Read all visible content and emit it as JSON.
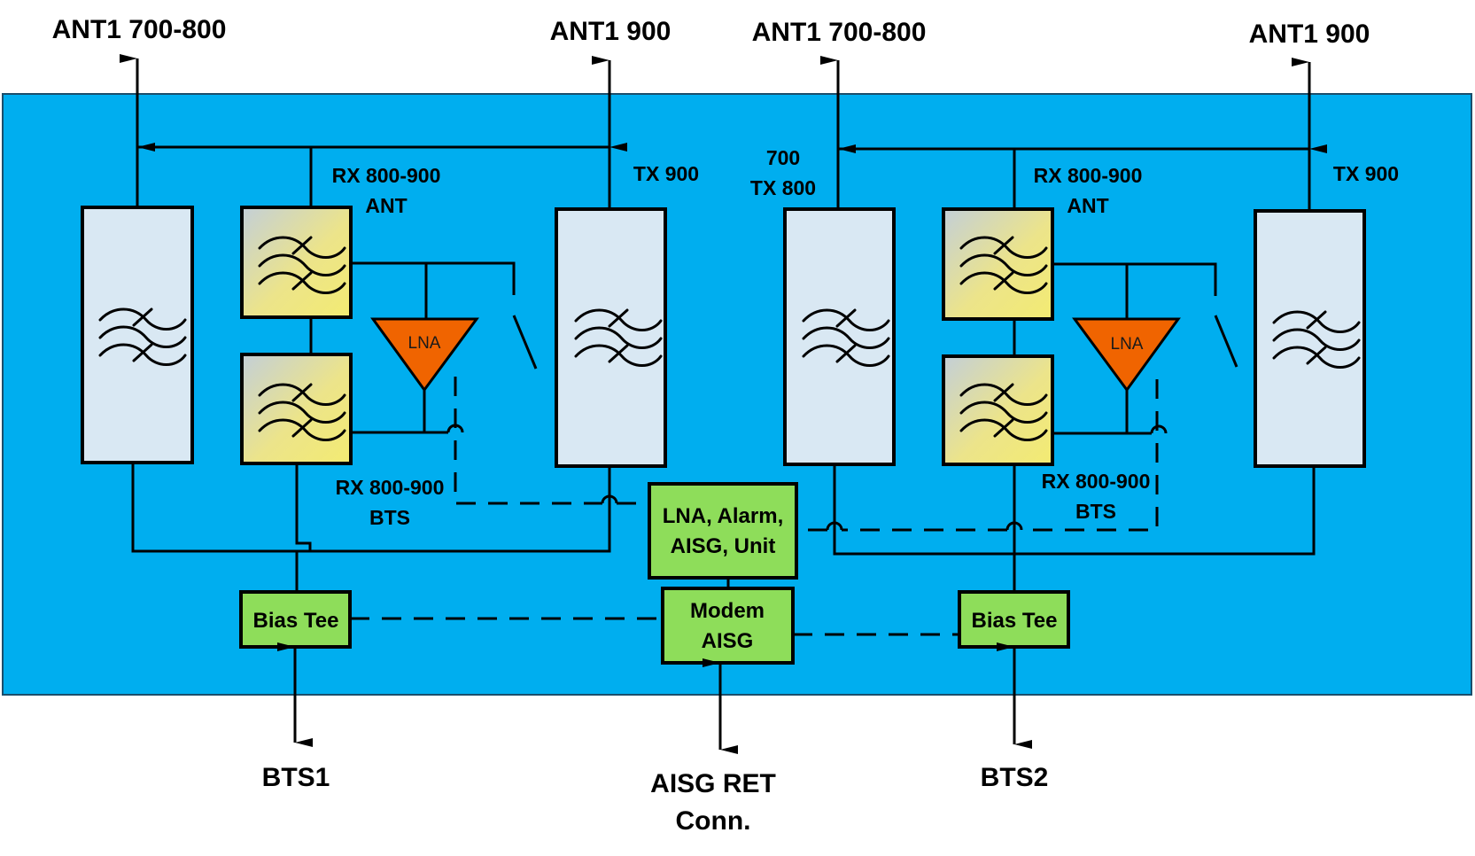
{
  "colors": {
    "enclosure": "#00AEEF",
    "tx_filter": "#D9E8F3",
    "rx_filter_gradient": [
      "#C8D4DC",
      "#F2EA78"
    ],
    "control_box": "#8EDD5A",
    "lna": "#F06400"
  },
  "ports_top": {
    "left_ant_low": "ANT1 700-800",
    "left_ant_high": "ANT1 900",
    "right_ant_low": "ANT1 700-800",
    "right_ant_high": "ANT1 900"
  },
  "left_section": {
    "rx_ant_label": [
      "RX 800-900",
      "ANT"
    ],
    "tx_label": "TX 900",
    "rx_bts_label": [
      "RX 800-900",
      "BTS"
    ],
    "lna_label": "LNA",
    "bias_tee": "Bias Tee"
  },
  "right_section": {
    "tx_low_label": [
      "700",
      "TX 800"
    ],
    "rx_ant_label": [
      "RX 800-900",
      "ANT"
    ],
    "tx_label": "TX 900",
    "rx_bts_label": [
      "RX 800-900",
      "BTS"
    ],
    "lna_label": "LNA",
    "bias_tee": "Bias Tee"
  },
  "center": {
    "control_unit": [
      "LNA, Alarm,",
      "AISG, Unit"
    ],
    "modem": [
      "Modem",
      "AISG"
    ]
  },
  "ports_bottom": {
    "bts1": "BTS1",
    "aisg": [
      "AISG RET",
      "Conn."
    ],
    "bts2": "BTS2"
  },
  "icons": {
    "filter": "bandpass-filter-icon",
    "amplifier": "lna-triangle-icon",
    "switch": "bypass-switch-icon",
    "arrow": "bidirectional-arrow-icon"
  }
}
